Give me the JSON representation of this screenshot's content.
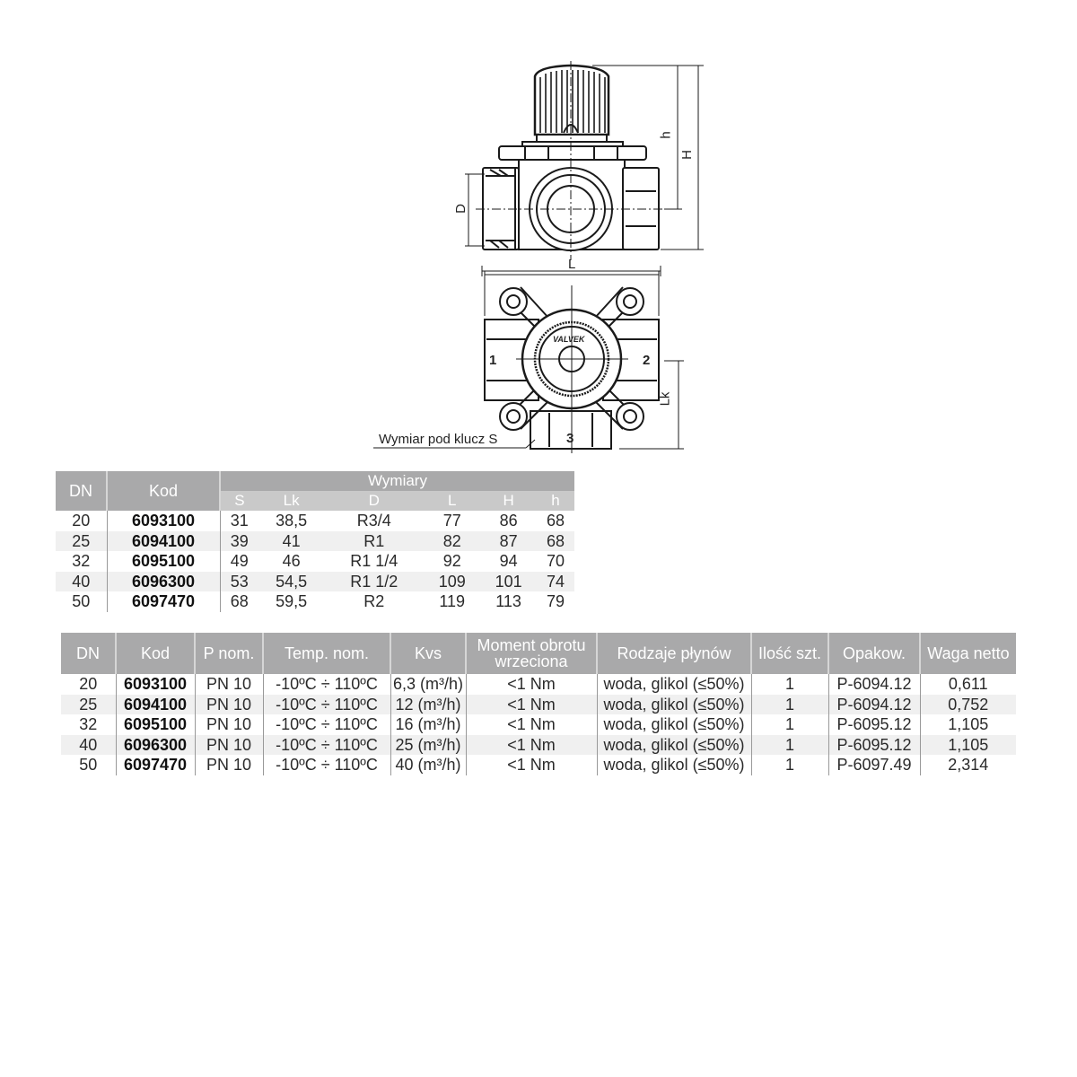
{
  "drawing": {
    "labels": {
      "D": "D",
      "L": "L",
      "h": "h",
      "H": "H",
      "Lk": "Lk",
      "port1": "1",
      "port2": "2",
      "port3": "3",
      "brand": "VALVEK",
      "wrench": "Wymiar pod klucz S"
    }
  },
  "dimensions_table": {
    "headers": {
      "dn": "DN",
      "kod": "Kod",
      "group": "Wymiary",
      "sub": [
        "S",
        "Lk",
        "D",
        "L",
        "H",
        "h"
      ]
    },
    "rows": [
      {
        "dn": "20",
        "kod": "6093100",
        "S": "31",
        "Lk": "38,5",
        "D": "R3/4",
        "L": "77",
        "H": "86",
        "h": "68"
      },
      {
        "dn": "25",
        "kod": "6094100",
        "S": "39",
        "Lk": "41",
        "D": "R1",
        "L": "82",
        "H": "87",
        "h": "68"
      },
      {
        "dn": "32",
        "kod": "6095100",
        "S": "49",
        "Lk": "46",
        "D": "R1 1/4",
        "L": "92",
        "H": "94",
        "h": "70"
      },
      {
        "dn": "40",
        "kod": "6096300",
        "S": "53",
        "Lk": "54,5",
        "D": "R1 1/2",
        "L": "109",
        "H": "101",
        "h": "74"
      },
      {
        "dn": "50",
        "kod": "6097470",
        "S": "68",
        "Lk": "59,5",
        "D": "R2",
        "L": "119",
        "H": "113",
        "h": "79"
      }
    ]
  },
  "specs_table": {
    "headers": [
      "DN",
      "Kod",
      "P nom.",
      "Temp. nom.",
      "Kvs",
      "Moment obrotu wrzeciona",
      "Rodzaje płynów",
      "Ilość szt.",
      "Opakow.",
      "Waga netto"
    ],
    "header_lines": {
      "moment_1": "Moment obrotu",
      "moment_2": "wrzeciona"
    },
    "rows": [
      {
        "dn": "20",
        "kod": "6093100",
        "pnom": "PN 10",
        "temp": "-10ºC ÷ 110ºC",
        "kvs": "6,3 (m³/h)",
        "moment": "<1 Nm",
        "fluid": "woda, glikol (≤50%)",
        "qty": "1",
        "pack": "P-6094.12",
        "weight": "0,611"
      },
      {
        "dn": "25",
        "kod": "6094100",
        "pnom": "PN 10",
        "temp": "-10ºC ÷ 110ºC",
        "kvs": "12 (m³/h)",
        "moment": "<1 Nm",
        "fluid": "woda, glikol (≤50%)",
        "qty": "1",
        "pack": "P-6094.12",
        "weight": "0,752"
      },
      {
        "dn": "32",
        "kod": "6095100",
        "pnom": "PN 10",
        "temp": "-10ºC ÷ 110ºC",
        "kvs": "16 (m³/h)",
        "moment": "<1 Nm",
        "fluid": "woda, glikol (≤50%)",
        "qty": "1",
        "pack": "P-6095.12",
        "weight": "1,105"
      },
      {
        "dn": "40",
        "kod": "6096300",
        "pnom": "PN 10",
        "temp": "-10ºC ÷ 110ºC",
        "kvs": "25 (m³/h)",
        "moment": "<1 Nm",
        "fluid": "woda, glikol (≤50%)",
        "qty": "1",
        "pack": "P-6095.12",
        "weight": "1,105"
      },
      {
        "dn": "50",
        "kod": "6097470",
        "pnom": "PN 10",
        "temp": "-10ºC ÷ 110ºC",
        "kvs": "40 (m³/h)",
        "moment": "<1 Nm",
        "fluid": "woda, glikol (≤50%)",
        "qty": "1",
        "pack": "P-6097.49",
        "weight": "2,314"
      }
    ]
  },
  "colors": {
    "header_bg": "#a9a9aa",
    "subheader_bg": "#c9c9c9",
    "alt_row_bg": "#f0f0f0",
    "line": "#222222"
  }
}
